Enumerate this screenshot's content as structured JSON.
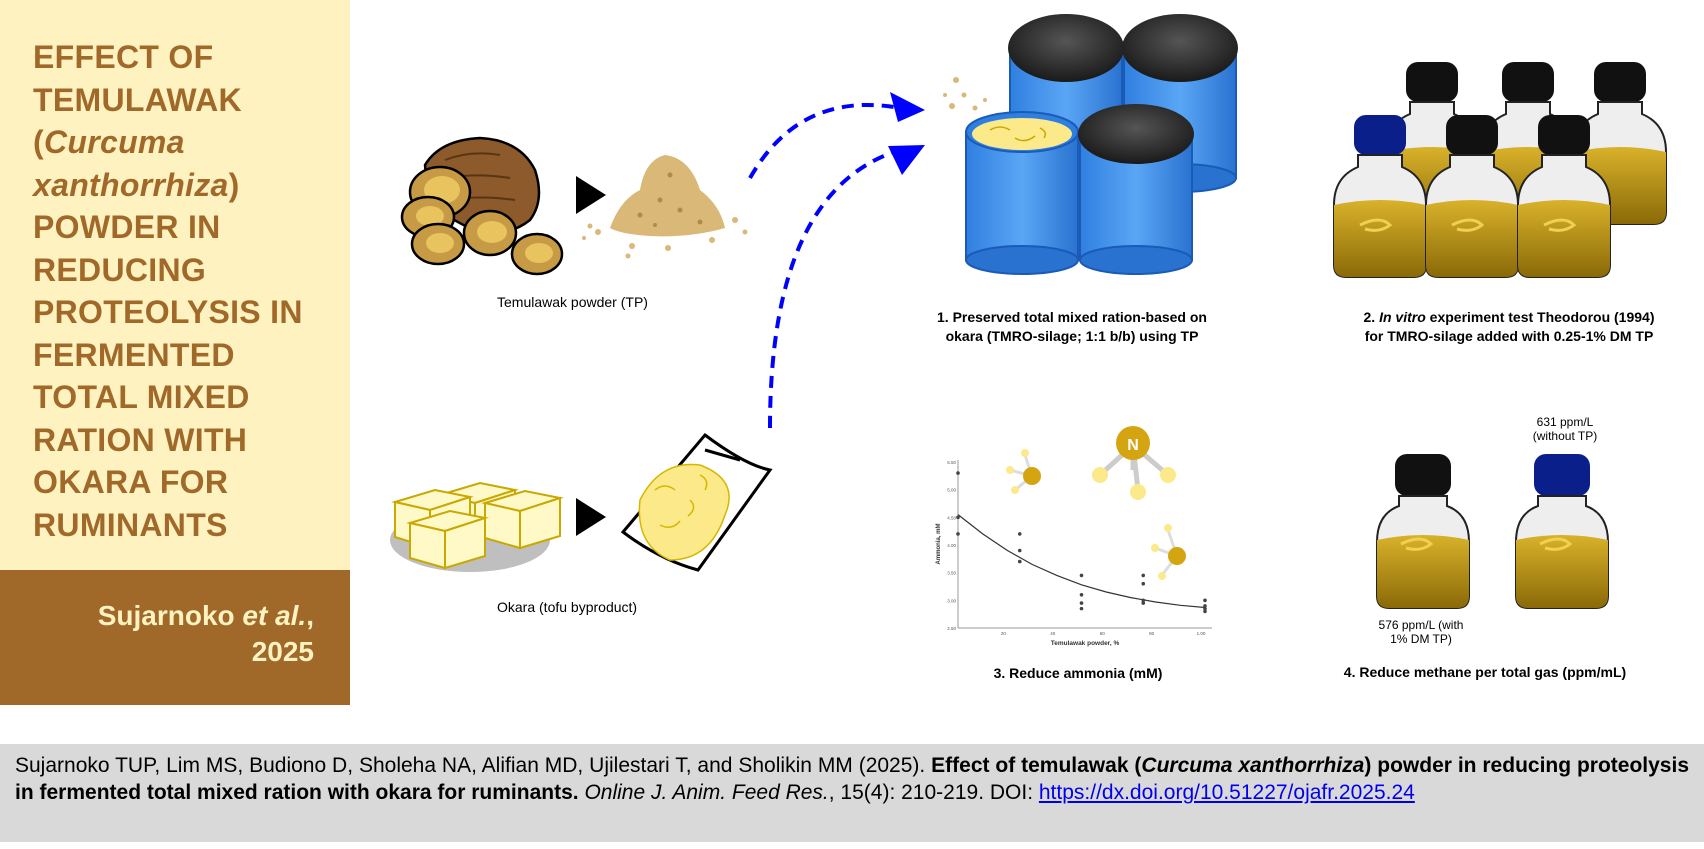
{
  "title": {
    "part1": "EFFECT OF TEMULAWAK (",
    "italic": "Curcuma xanthorrhiza",
    "part2": ") POWDER IN REDUCING PROTEOLYSIS IN FERMENTED TOTAL MIXED RATION WITH OKARA FOR RUMINANTS"
  },
  "author": {
    "name": "Sujarnoko",
    "etal": "et al.",
    "comma": ",",
    "year": "2025"
  },
  "labels": {
    "temulawak": "Temulawak powder (TP)",
    "okara": "Okara (tofu byproduct)"
  },
  "captions": {
    "c1_line1": "1. Preserved total mixed ration-based on",
    "c1_line2": "okara (TMRO-silage; 1:1 b/b) using TP",
    "c2_prefix": "2. ",
    "c2_italic": "In vitro",
    "c2_rest": " experiment test Theodorou (1994)",
    "c2_line2": "for TMRO-silage added with 0.25-1% DM TP",
    "c3": "3. Reduce ammonia (mM)",
    "c4": "4. Reduce methane per total gas (ppm/mL)"
  },
  "methane": {
    "without_tp_value": "631 ppm/L",
    "without_tp_note": "(without TP)",
    "with_tp_value": "576 ppm/L (with",
    "with_tp_note": "1% DM TP)"
  },
  "molecule_label": "N",
  "chart_data": {
    "type": "scatter",
    "xlabel": "Temulawak powder, %",
    "ylabel": "Ammonia, mM",
    "x_ticks": [
      "20",
      "40",
      "60",
      "80",
      "1.00"
    ],
    "y_ticks": [
      "5.50",
      "5.00",
      "4.50",
      "4.00",
      "3.50",
      "3.00",
      "2.50"
    ],
    "xlim": [
      0,
      1.0
    ],
    "ylim": [
      2.5,
      5.5
    ],
    "points": [
      {
        "x": 0.0,
        "y": 5.3
      },
      {
        "x": 0.0,
        "y": 4.5
      },
      {
        "x": 0.0,
        "y": 4.2
      },
      {
        "x": 0.25,
        "y": 4.2
      },
      {
        "x": 0.25,
        "y": 3.9
      },
      {
        "x": 0.25,
        "y": 3.7
      },
      {
        "x": 0.5,
        "y": 3.45
      },
      {
        "x": 0.5,
        "y": 3.1
      },
      {
        "x": 0.5,
        "y": 2.95
      },
      {
        "x": 0.5,
        "y": 2.85
      },
      {
        "x": 0.75,
        "y": 3.45
      },
      {
        "x": 0.75,
        "y": 3.3
      },
      {
        "x": 0.75,
        "y": 3.0
      },
      {
        "x": 0.75,
        "y": 2.95
      },
      {
        "x": 1.0,
        "y": 3.0
      },
      {
        "x": 1.0,
        "y": 2.9
      },
      {
        "x": 1.0,
        "y": 2.85
      },
      {
        "x": 1.0,
        "y": 2.8
      }
    ],
    "trend": [
      {
        "x": 0.0,
        "y": 4.55
      },
      {
        "x": 0.1,
        "y": 4.2
      },
      {
        "x": 0.2,
        "y": 3.9
      },
      {
        "x": 0.3,
        "y": 3.65
      },
      {
        "x": 0.4,
        "y": 3.45
      },
      {
        "x": 0.5,
        "y": 3.28
      },
      {
        "x": 0.6,
        "y": 3.15
      },
      {
        "x": 0.7,
        "y": 3.05
      },
      {
        "x": 0.8,
        "y": 2.97
      },
      {
        "x": 0.9,
        "y": 2.91
      },
      {
        "x": 1.0,
        "y": 2.87
      }
    ]
  },
  "citation": {
    "authors": "Sujarnoko TUP, Lim MS, Budiono D, Sholeha NA, Alifian MD, Ujilestari T, and Sholikin MM (2025). ",
    "title_a": "Effect of temulawak (",
    "title_italic": "Curcuma xanthorrhiza",
    "title_b": ") powder in reducing proteolysis in fermented total mixed ration with okara for ruminants.",
    "journal": "Online J. Anim. Feed Res.",
    "volume": ", 15(4): 210-219. DOI: ",
    "doi": "https://dx.doi.org/10.51227/ojafr.2025.24"
  },
  "colors": {
    "title_bg": "#fef2c0",
    "brown": "#a0692a",
    "citation_bg": "#d9d9d9",
    "arrow_blue": "#0000ff",
    "silo_blue": "#3b8ef0",
    "bottle_liquid": "#b8900c"
  }
}
